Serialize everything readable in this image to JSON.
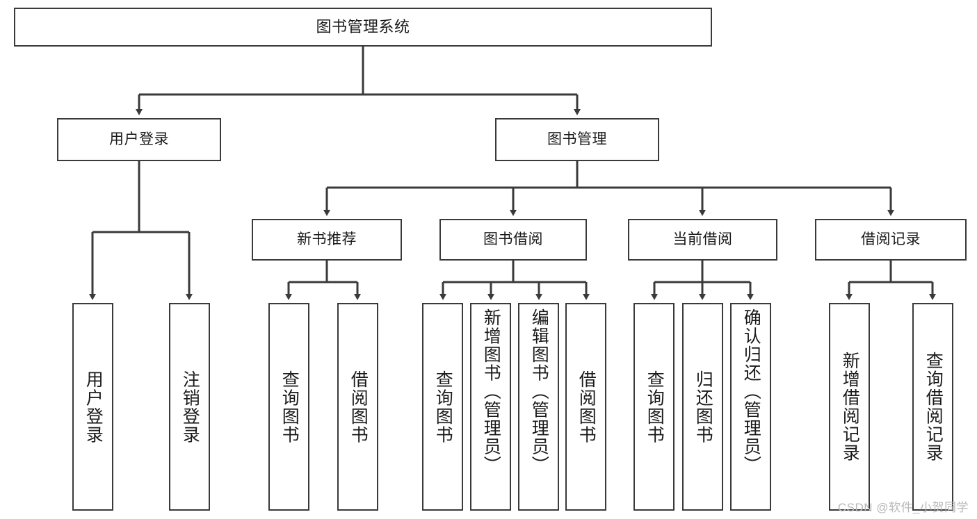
{
  "diagram": {
    "title": "图书管理系统",
    "type": "hierarchy-tree",
    "watermark": "CSDN @软件_小贺同学",
    "colors": {
      "stroke": "#3a3a3a",
      "fill": "#ffffff",
      "text": "#1a1a1a",
      "watermark": "#b8b8b8"
    },
    "levels": {
      "root": {
        "label": "图书管理系统"
      },
      "level2": [
        {
          "label": "用户登录"
        },
        {
          "label": "图书管理"
        }
      ],
      "level3": [
        {
          "label": "新书推荐"
        },
        {
          "label": "图书借阅"
        },
        {
          "label": "当前借阅"
        },
        {
          "label": "借阅记录"
        }
      ],
      "leaves": {
        "user_login": [
          {
            "label": "用户登录"
          },
          {
            "label": "注销登录"
          }
        ],
        "new_book_recommend": [
          {
            "label": "查询图书"
          },
          {
            "label": "借阅图书"
          }
        ],
        "book_borrow": [
          {
            "label": "查询图书"
          },
          {
            "label": "新增图书（管理员）"
          },
          {
            "label": "编辑图书（管理员）"
          },
          {
            "label": "借阅图书"
          }
        ],
        "current_borrow": [
          {
            "label": "查询图书"
          },
          {
            "label": "归还图书"
          },
          {
            "label": "确认归还（管理员）"
          }
        ],
        "borrow_records": [
          {
            "label": "新增借阅记录"
          },
          {
            "label": "查询借阅记录"
          }
        ]
      }
    }
  }
}
